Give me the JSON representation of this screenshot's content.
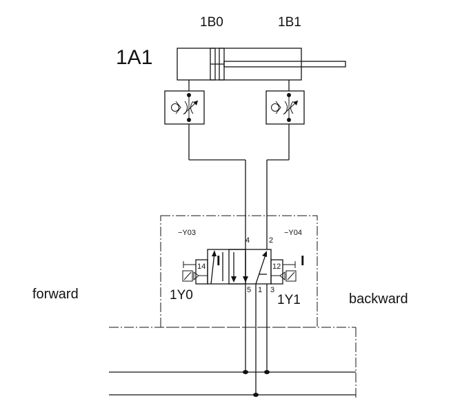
{
  "cylinder": {
    "label": "1A1"
  },
  "sensors": {
    "retracted": "1B0",
    "extended": "1B1"
  },
  "valve": {
    "ports": {
      "p4": "4",
      "p2": "2",
      "p5": "5",
      "p1": "1",
      "p3": "3",
      "p14": "14",
      "p12": "12"
    },
    "pilot_left": "−Y03",
    "pilot_right": "−Y04",
    "manual_left": "I",
    "manual_right": "I"
  },
  "coils": {
    "left": "1Y0",
    "right": "1Y1"
  },
  "signals": {
    "forward": "forward",
    "backward": "backward"
  }
}
